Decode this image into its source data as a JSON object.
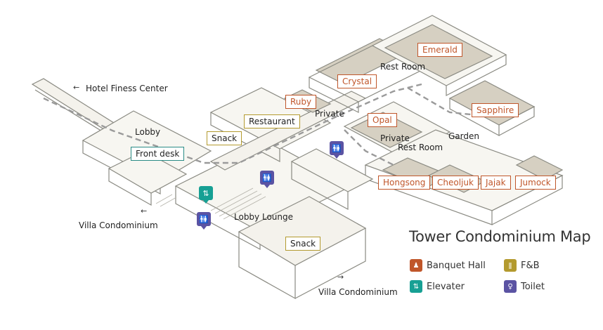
{
  "colors": {
    "banquet": "#c0562a",
    "fnb": "#b39a2e",
    "elevator": "#17a094",
    "toilet": "#5b53a3",
    "wall": "#8a8a82",
    "floor_shade": "#d6d0c2"
  },
  "map_labels": {
    "hotel_fitness_center": "Hotel Finess Center",
    "lobby": "Lobby",
    "front_desk": "Front desk",
    "snack_top": "Snack",
    "restaurant": "Restaurant",
    "ruby": "Ruby",
    "private_top": "Private",
    "crystal": "Crystal",
    "rest_room_top": "Rest Room",
    "emerald": "Emerald",
    "sapphire": "Sapphire",
    "opal": "Opal",
    "garden": "Garden",
    "private_mid": "Private",
    "rest_room_mid": "Rest Room",
    "hongsong": "Hongsong",
    "cheoljuk": "Cheoljuk",
    "jajak": "Jajak",
    "jumock": "Jumock",
    "lobby_lounge": "Lobby Lounge",
    "snack_bottom": "Snack",
    "villa_left": "Villa Condominium",
    "villa_bottom": "Villa Condominium"
  },
  "legend": {
    "title": "Tower Condominium Map",
    "items": [
      {
        "label": "Banquet Hall",
        "icon": "banquet-icon",
        "color": "#c0562a"
      },
      {
        "label": "F&B",
        "icon": "fork-knife-icon",
        "color": "#b39a2e"
      },
      {
        "label": "Elevater",
        "icon": "elevator-icon",
        "color": "#17a094"
      },
      {
        "label": "Toilet",
        "icon": "toilet-icon",
        "color": "#5b53a3"
      }
    ]
  }
}
